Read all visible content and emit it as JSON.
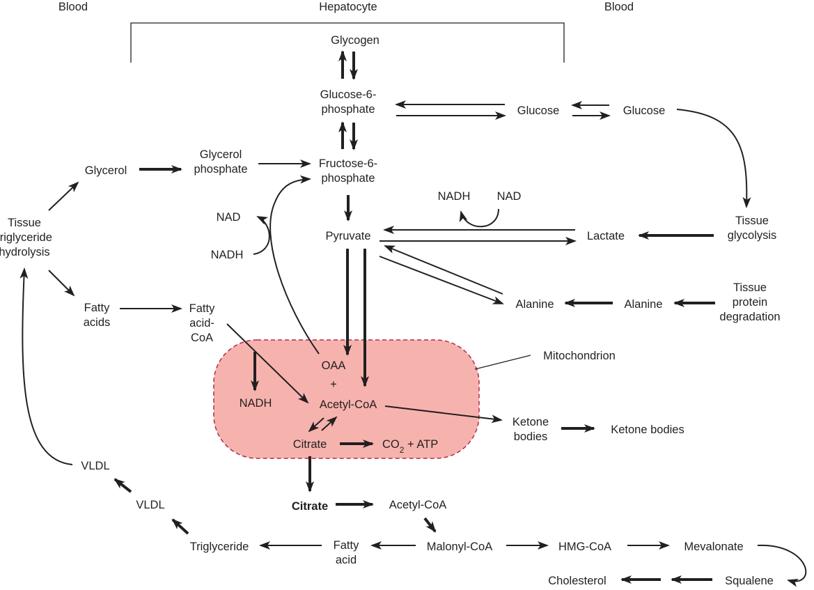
{
  "colors": {
    "ink": "#231f20",
    "mitochondrion_fill": "#f6b3ae",
    "mitochondrion_border": "#b22c4a"
  },
  "regions": {
    "blood_left": "Blood",
    "hepatocyte": "Hepatocyte",
    "blood_right": "Blood",
    "mitochondrion": "Mitochondrion"
  },
  "nodes": {
    "glycogen": [
      "Glycogen"
    ],
    "g6p": [
      "Glucose-6-",
      "phosphate"
    ],
    "glucose_liver": [
      "Glucose"
    ],
    "glucose_blood": [
      "Glucose"
    ],
    "glycerol": [
      "Glycerol"
    ],
    "glycerol_phosphate": [
      "Glycerol",
      "phosphate"
    ],
    "f6p": [
      "Fructose-6-",
      "phosphate"
    ],
    "nadh_top": [
      "NADH"
    ],
    "nad_top": [
      "NAD"
    ],
    "nad_left": [
      "NAD"
    ],
    "nadh_left": [
      "NADH"
    ],
    "tissue_tg_hydrolysis": [
      "Tissue",
      "triglyceride",
      "hydrolysis"
    ],
    "pyruvate": [
      "Pyruvate"
    ],
    "lactate": [
      "Lactate"
    ],
    "tissue_glycolysis": [
      "Tissue",
      "glycolysis"
    ],
    "fatty_acids": [
      "Fatty",
      "acids"
    ],
    "fatty_acyl_coa": [
      "Fatty",
      "acid-",
      "CoA"
    ],
    "alanine_liver": [
      "Alanine"
    ],
    "alanine_blood": [
      "Alanine"
    ],
    "tissue_protein_degradation": [
      "Tissue",
      "protein",
      "degradation"
    ],
    "oaa": [
      "OAA"
    ],
    "plus": [
      "+"
    ],
    "acetyl_coa_mito": [
      "Acetyl-CoA"
    ],
    "nadh_mito": [
      "NADH"
    ],
    "citrate_mito": [
      "Citrate"
    ],
    "co2": [
      "CO"
    ],
    "co2_sub": "2",
    "co2_rest": " + ATP",
    "ketone_bodies_liver": [
      "Ketone",
      "bodies"
    ],
    "ketone_bodies_blood": [
      "Ketone bodies"
    ],
    "vldl_blood": [
      "VLDL"
    ],
    "vldl_liver": [
      "VLDL"
    ],
    "citrate_cyto": [
      "Citrate"
    ],
    "acetyl_coa_cyto": [
      "Acetyl-CoA"
    ],
    "triglyceride": [
      "Triglyceride"
    ],
    "fatty_acid": [
      "Fatty",
      "acid"
    ],
    "malonyl_coa": [
      "Malonyl-CoA"
    ],
    "hmg_coa": [
      "HMG-CoA"
    ],
    "mevalonate": [
      "Mevalonate"
    ],
    "cholesterol": [
      "Cholesterol"
    ],
    "squalene": [
      "Squalene"
    ]
  },
  "icons": [
    "arrowhead-icon"
  ]
}
